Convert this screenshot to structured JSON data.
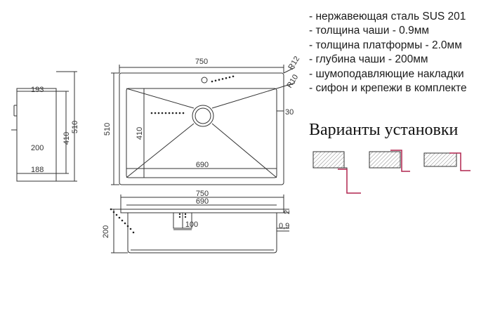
{
  "specs": [
    "- нержавеющая сталь SUS 201",
    "- толщина чаши - 0.9мм",
    "- толщина платформы - 2.0мм",
    "- глубина чаши - 200мм",
    "- шумоподавляющие накладки",
    "- сифон и крепежи в комплекте"
  ],
  "install_title": "Варианты установки",
  "side_view": {
    "dim_top": "193",
    "dim_mid": "200",
    "dim_bottom": "188",
    "dim_inner": "410",
    "dim_outer": "510"
  },
  "top_view": {
    "dim_width": "750",
    "dim_inner_width": "690",
    "dim_height": "510",
    "dim_inner_height": "410",
    "radius_outer": "R12",
    "radius_inner": "R10",
    "dim_right": "30"
  },
  "front_view": {
    "dim_width": "750",
    "dim_inner_width": "690",
    "dim_depth": "200",
    "dim_mid": "100",
    "dim_platform": "2",
    "dim_bowl": "0,9"
  },
  "colors": {
    "line": "#333333",
    "accent": "#b0254f",
    "hatch": "#888888"
  }
}
